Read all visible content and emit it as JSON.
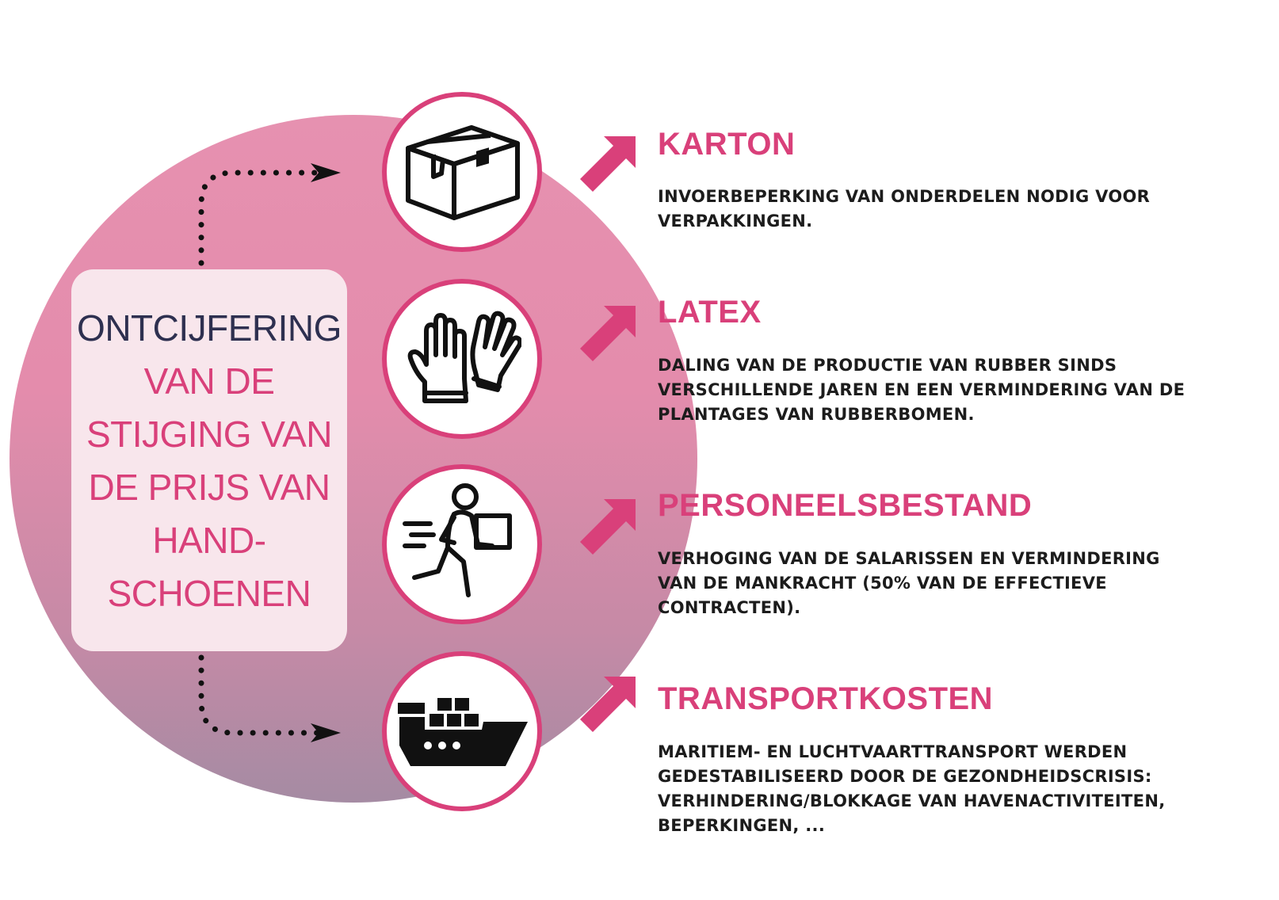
{
  "title": {
    "line1": "ONTCIJFERING",
    "line2": "VAN DE\nSTIJGING VAN\nDE PRIJS VAN\nHAND-\nSCHOENEN"
  },
  "colors": {
    "accent": "#d9407a",
    "title_dark": "#2e3050",
    "circle_top": "#e691b0",
    "circle_bottom": "#a58ba3",
    "box": "#f8e6ec"
  },
  "items": [
    {
      "icon": "cardboard-box-icon",
      "heading": "KARTON",
      "text": "INVOERBEPERKING VAN ONDERDELEN NODIG VOOR VERPAKKINGEN."
    },
    {
      "icon": "gloves-icon",
      "heading": "LATEX",
      "text": "DALING VAN DE PRODUCTIE VAN RUBBER SINDS VERSCHILLENDE JAREN EN EEN VERMINDERING VAN DE PLANTAGES VAN RUBBERBOMEN."
    },
    {
      "icon": "delivery-worker-icon",
      "heading": "PERSONEELSBESTAND",
      "text": "VERHOGING VAN DE SALARISSEN EN VERMINDERING VAN DE MANKRACHT (50% VAN DE EFFECTIEVE CONTRACTEN)."
    },
    {
      "icon": "cargo-ship-icon",
      "heading": "TRANSPORTKOSTEN",
      "text": "MARITIEM- EN LUCHTVAARTTRANSPORT WERDEN GEDESTABILISEERD DOOR DE GEZONDHEIDSCRISIS: VERHINDERING/BLOKKAGE VAN HAVENACTIVITEITEN, BEPERKINGEN, ..."
    }
  ]
}
